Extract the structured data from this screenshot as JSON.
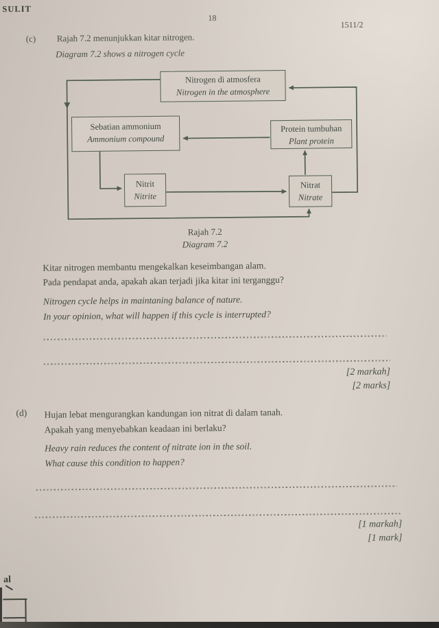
{
  "header": {
    "classification": "SULIT",
    "page_number": "18",
    "paper_code": "1511/2"
  },
  "section_c": {
    "label": "(c)",
    "intro_ms": "Rajah 7.2 menunjukkan kitar nitrogen.",
    "intro_en": "Diagram 7.2 shows a nitrogen cycle",
    "question_ms_1": "Kitar nitrogen membantu mengekalkan keseimbangan alam.",
    "question_ms_2": "Pada pendapat anda, apakah akan terjadi jika kitar ini terganggu?",
    "question_en_1": "Nitrogen cycle helps in maintaning balance of nature.",
    "question_en_2": "In your opinion, what will happen if this cycle is interrupted?",
    "marks_ms": "[2 markah]",
    "marks_en": "[2 marks]"
  },
  "diagram": {
    "caption_ms": "Rajah 7.2",
    "caption_en": "Diagram 7.2",
    "nodes": {
      "atmosphere": {
        "ms": "Nitrogen di atmosfera",
        "en": "Nitrogen in the atmosphere"
      },
      "ammonium": {
        "ms": "Sebatian ammonium",
        "en": "Ammonium compound"
      },
      "protein": {
        "ms": "Protein tumbuhan",
        "en": "Plant protein"
      },
      "nitrite": {
        "ms": "Nitrit",
        "en": "Nitrite"
      },
      "nitrate": {
        "ms": "Nitrat",
        "en": "Nitrate"
      }
    },
    "edges": [
      {
        "from": "atmosphere",
        "to": "ammonium"
      },
      {
        "from": "atmosphere",
        "to": "nitrate"
      },
      {
        "from": "ammonium",
        "to": "nitrite"
      },
      {
        "from": "nitrite",
        "to": "nitrate"
      },
      {
        "from": "nitrate",
        "to": "protein"
      },
      {
        "from": "nitrate",
        "to": "atmosphere"
      },
      {
        "from": "protein",
        "to": "ammonium"
      }
    ]
  },
  "section_d": {
    "label": "(d)",
    "question_ms_1": "Hujan lebat mengurangkan kandungan ion nitrat di dalam tanah.",
    "question_ms_2": "Apakah yang menyebabkan keadaan ini berlaku?",
    "question_en_1": "Heavy rain reduces the content of nitrate ion in the soil.",
    "question_en_2": "What cause this condition to happen?",
    "marks_ms": "[1 markah]",
    "marks_en": "[1 mark]"
  },
  "footer": {
    "partial_text": "al"
  },
  "colors": {
    "paper": "#d6cec6",
    "ink": "#45493f",
    "diagram_line": "#515d51"
  }
}
